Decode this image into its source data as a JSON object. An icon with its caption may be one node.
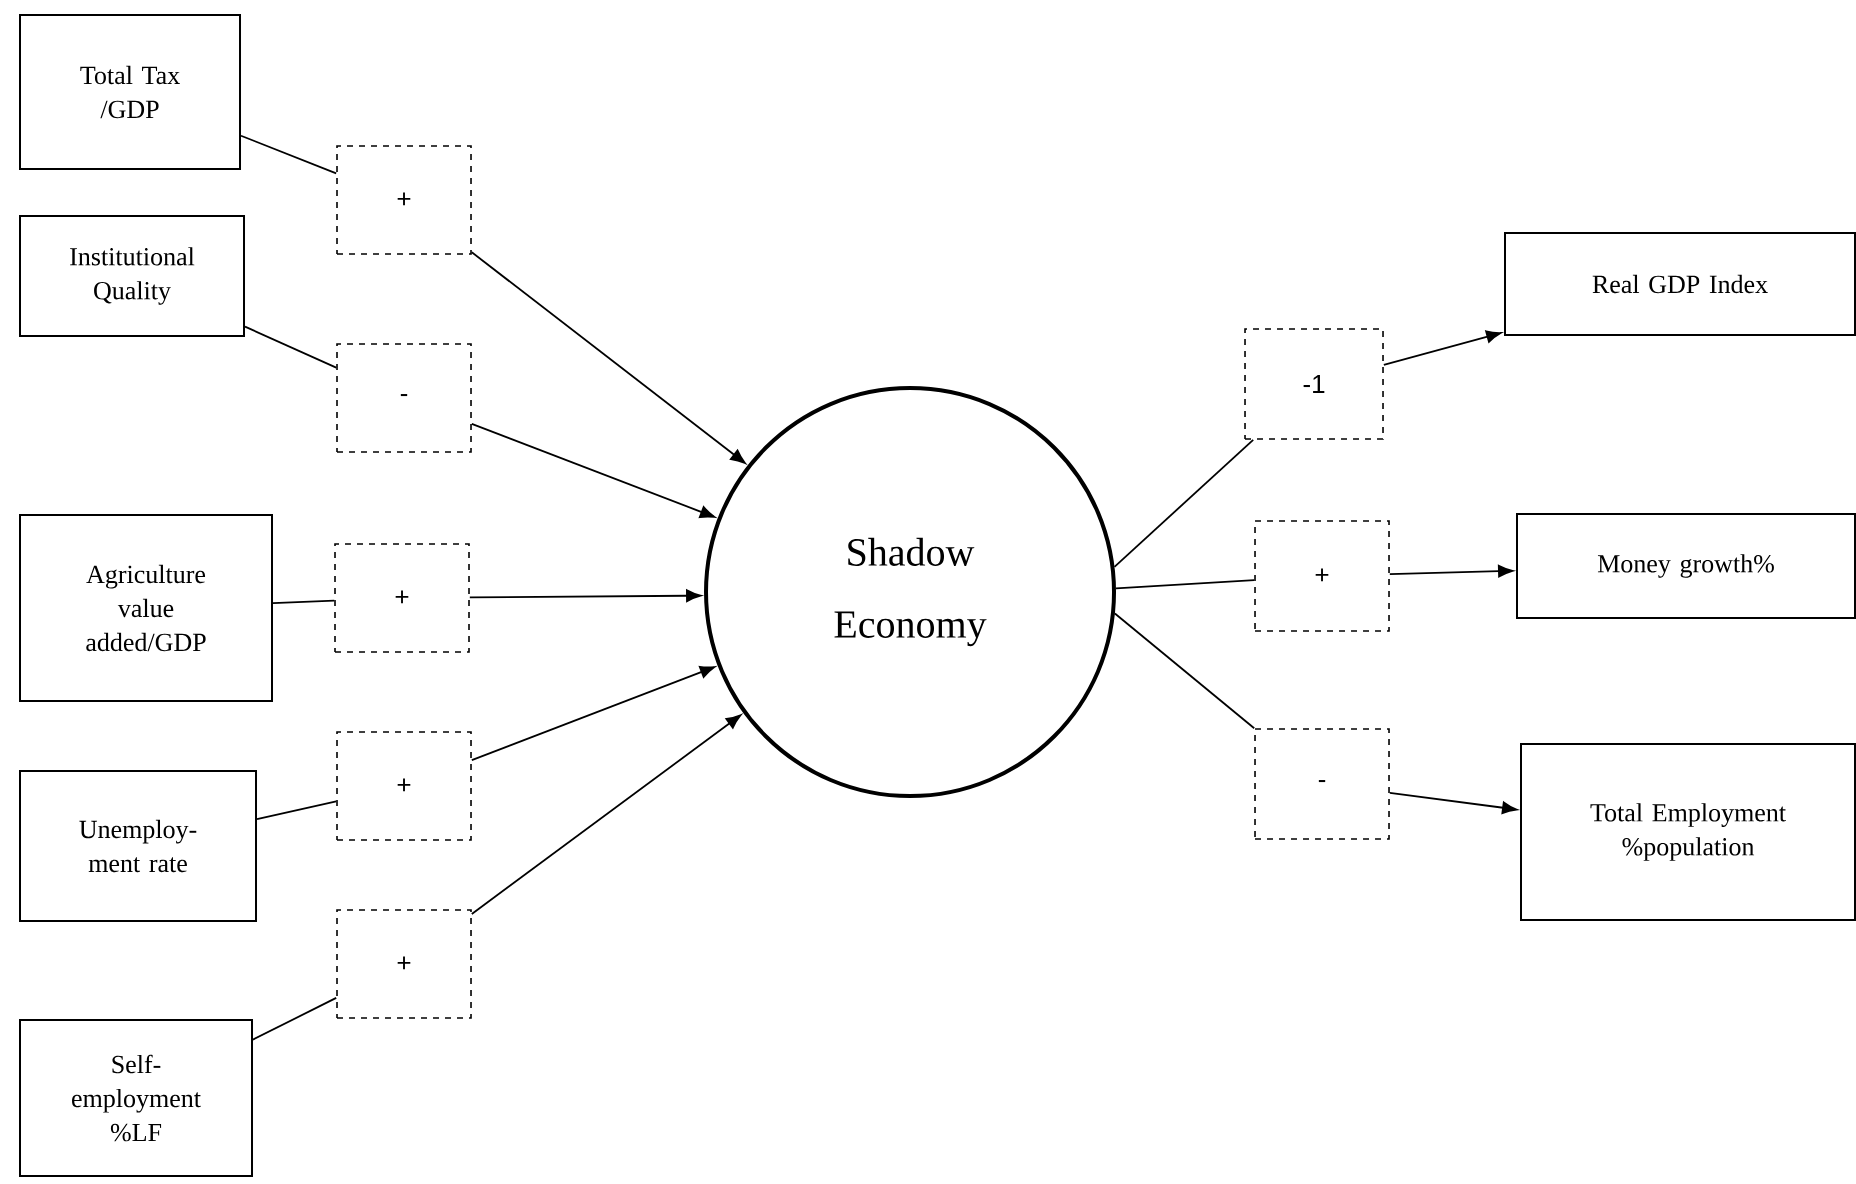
{
  "diagram": {
    "nodes": [
      {
        "text": [
          "Total Tax /GDP"
        ]
      },
      {
        "text": [
          "+"
        ]
      },
      {
        "text": [
          "Institutional Quality"
        ]
      },
      {
        "text": [
          "-"
        ]
      },
      {
        "text": [
          "Agriculture value added/GDP"
        ]
      },
      {
        "text": [
          "+"
        ]
      },
      {
        "text": [
          "Unemploy- ment rate"
        ]
      },
      {
        "text": [
          "+"
        ]
      },
      {
        "text": [
          "Self- employment %LF"
        ]
      },
      {
        "text": [
          "+"
        ]
      },
      {
        "text": [
          "Shadow Economy"
        ]
      },
      {
        "text": [
          "-1"
        ]
      },
      {
        "text": [
          "Real GDP Index"
        ]
      },
      {
        "text": [
          "+"
        ]
      },
      {
        "text": [
          "Money growth%"
        ]
      },
      {
        "text": [
          "-"
        ]
      },
      {
        "text": [
          "Total Employment %population"
        ]
      }
    ],
    "edges": [
      {
        "from": 0,
        "to": 1,
        "arrow": "none"
      },
      {
        "from": 1,
        "to": 10,
        "arrow": "to"
      },
      {
        "from": 2,
        "to": 3,
        "arrow": "none"
      },
      {
        "from": 3,
        "to": 10,
        "arrow": "to"
      },
      {
        "from": 4,
        "to": 5,
        "arrow": "none"
      },
      {
        "from": 5,
        "to": 10,
        "arrow": "to"
      },
      {
        "from": 6,
        "to": 7,
        "arrow": "none"
      },
      {
        "from": 7,
        "to": 10,
        "arrow": "to"
      },
      {
        "from": 8,
        "to": 9,
        "arrow": "none"
      },
      {
        "from": 9,
        "to": 10,
        "arrow": "to"
      },
      {
        "from": 10,
        "to": 11,
        "arrow": "none"
      },
      {
        "from": 11,
        "to": 12,
        "arrow": "to"
      },
      {
        "from": 10,
        "to": 13,
        "arrow": "none"
      },
      {
        "from": 13,
        "to": 14,
        "arrow": "to"
      },
      {
        "from": 10,
        "to": 15,
        "arrow": "none"
      },
      {
        "from": 15,
        "to": 16,
        "arrow": "to"
      }
    ]
  }
}
